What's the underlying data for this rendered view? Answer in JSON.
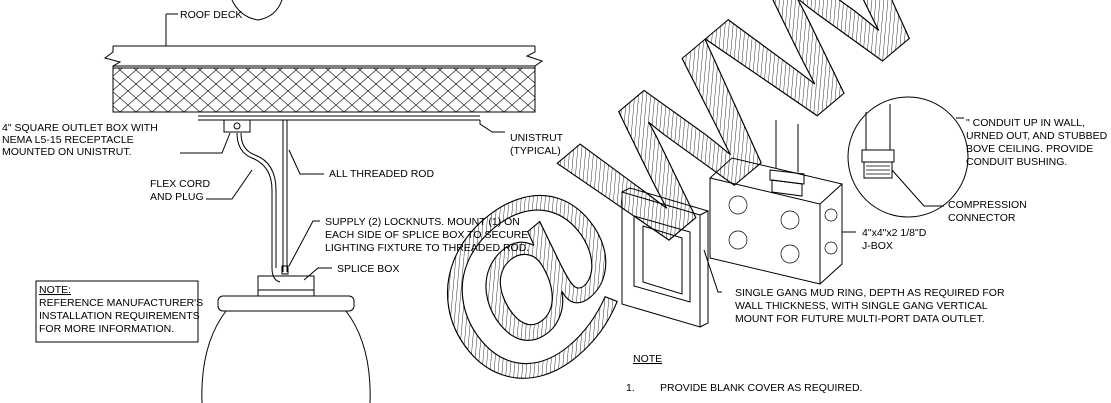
{
  "left_detail": {
    "labels": {
      "roof_deck": "ROOF DECK",
      "outlet_box": [
        "4\" SQUARE OUTLET BOX WITH",
        "NEMA L5-15 RECEPTACLE",
        "MOUNTED ON UNISTRUT."
      ],
      "unistrut": [
        "UNISTRUT",
        "(TYPICAL)"
      ],
      "flex_cord": [
        "FLEX CORD",
        "AND PLUG"
      ],
      "threaded_rod": "ALL THREADED ROD",
      "locknuts": [
        "SUPPLY (2) LOCKNUTS. MOUNT (1) ON",
        "EACH SIDE OF SPLICE BOX TO SECURE",
        "LIGHTING FIXTURE TO THREADED ROD."
      ],
      "splice_box": "SPLICE BOX"
    },
    "note": {
      "title": "NOTE:",
      "lines": [
        "REFERENCE MANUFACTURER'S",
        "INSTALLATION REQUIREMENTS",
        "FOR MORE INFORMATION."
      ]
    }
  },
  "right_detail": {
    "labels": {
      "conduit": [
        "\" CONDUIT UP IN WALL,",
        "URNED OUT, AND STUBBED",
        "BOVE CEILING. PROVIDE",
        "CONDUIT BUSHING."
      ],
      "compression": [
        "COMPRESSION",
        "CONNECTOR"
      ],
      "jbox": [
        "4\"x4\"x2 1/8\"D",
        "J-BOX"
      ],
      "mud_ring": [
        "SINGLE GANG MUD RING, DEPTH AS REQUIRED FOR",
        "WALL THICKNESS, WITH SINGLE GANG VERTICAL",
        "MOUNT FOR FUTURE MULTI-PORT DATA OUTLET."
      ]
    },
    "note": {
      "title": "NOTE",
      "item_number": "1.",
      "item_text": "PROVIDE BLANK COVER AS REQUIRED."
    }
  },
  "watermark": {
    "text": "@WWW"
  }
}
